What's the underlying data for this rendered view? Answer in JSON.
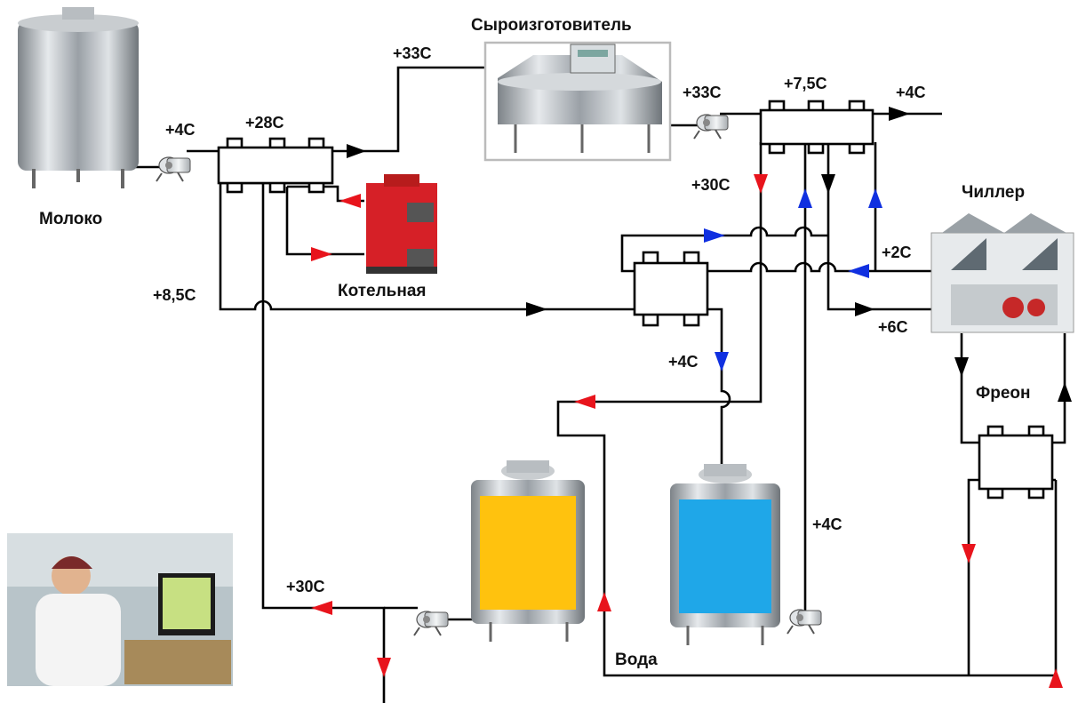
{
  "labels": {
    "milk": "Молоко",
    "cheese_maker": "Сыроизготовитель",
    "boiler_room": "Котельная",
    "chiller": "Чиллер",
    "freon": "Фреон",
    "water": "Вода"
  },
  "temperatures": {
    "milk_in": "+4С",
    "after_hx1": "+28С",
    "to_cheese_maker": "+33С",
    "cheese_maker_out": "+33С",
    "after_hx2": "+7,5С",
    "final_out": "+4С",
    "hot_water_down": "+30С",
    "chiller_supply": "+2С",
    "chiller_return": "+6С",
    "return_8_5": "+8,5С",
    "cold_after_hx3": "+4С",
    "cold_tank_out": "+4С",
    "hot_tank_in": "+30С"
  },
  "colors": {
    "hot_arrow": "#e8141c",
    "cold_arrow": "#1030e0",
    "flow_arrow": "#000000",
    "hot_tank": "#ffc20e",
    "cold_tank": "#1fa7e8",
    "boiler": "#d62027"
  },
  "icons": [
    "tank-icon",
    "pump-icon",
    "heat-exchanger-icon",
    "boiler-icon",
    "chiller-icon",
    "cheese-vat-icon",
    "operator-photo"
  ]
}
